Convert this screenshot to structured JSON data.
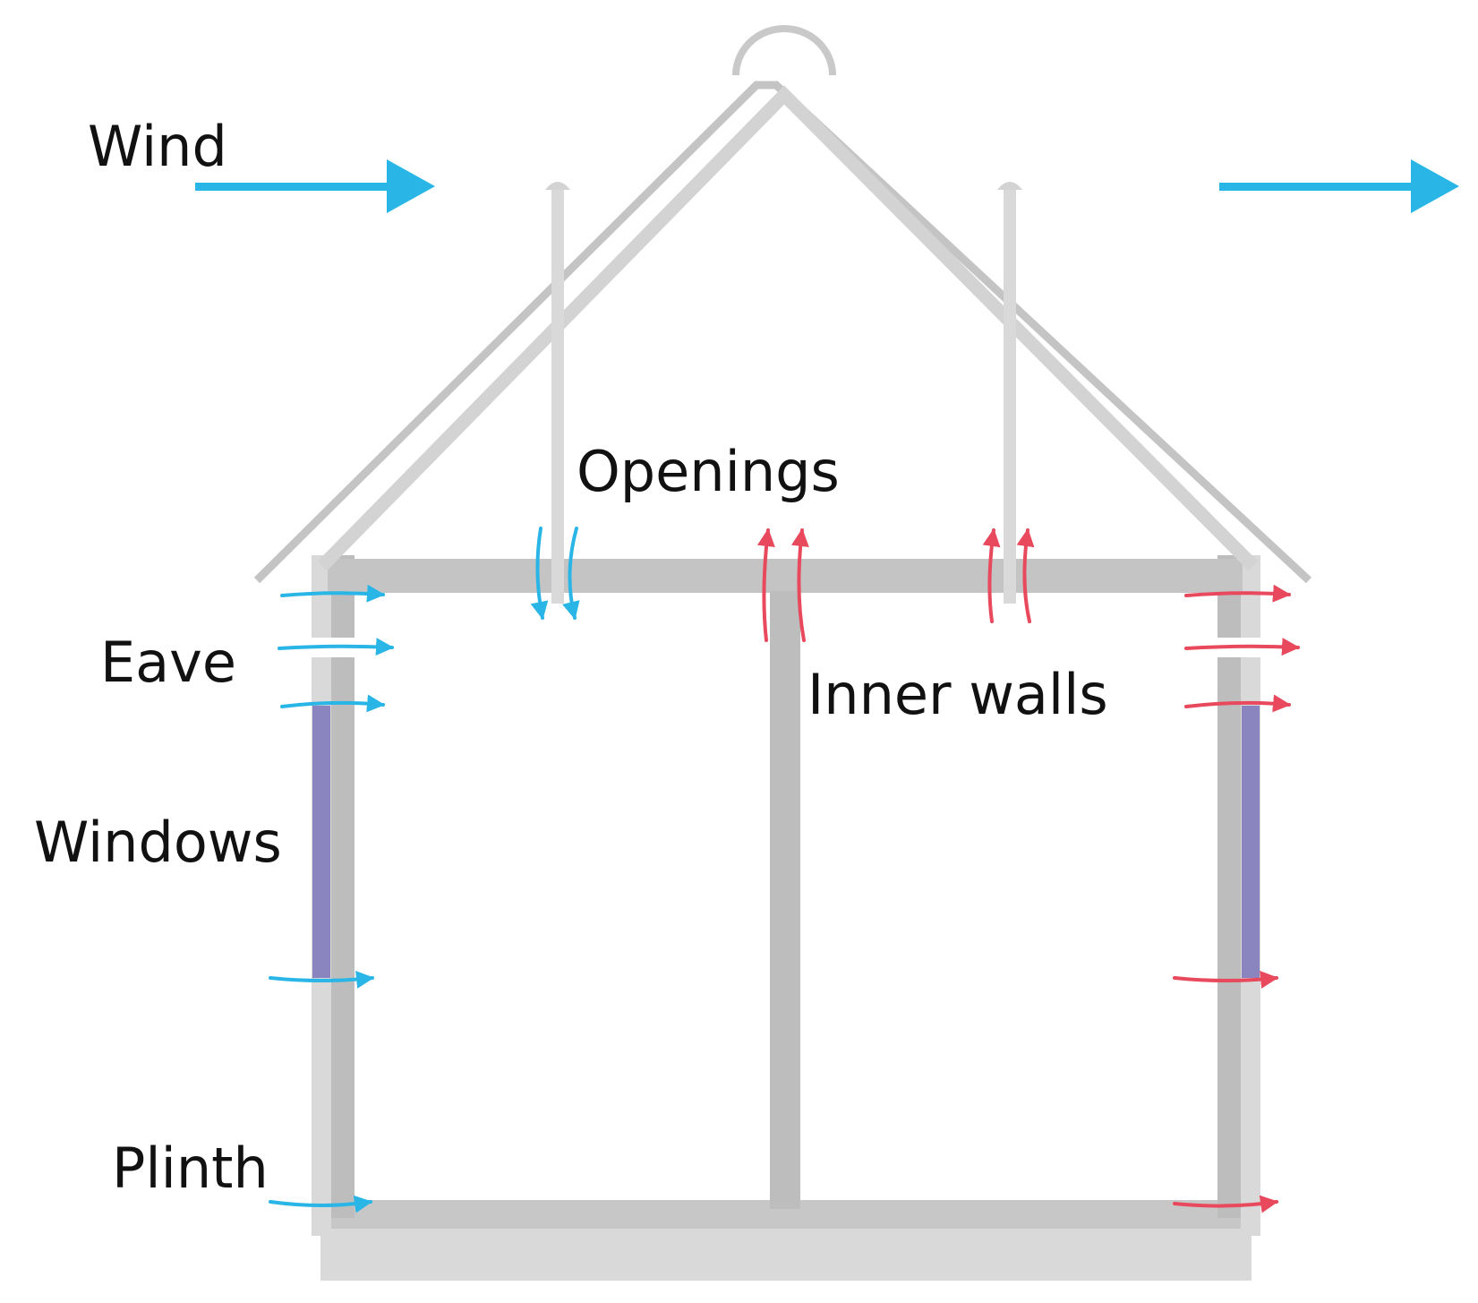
{
  "labels": {
    "wind": "Wind",
    "openings": "Openings",
    "eave": "Eave",
    "inner_walls": "Inner walls",
    "windows": "Windows",
    "plinth": "Plinth"
  },
  "colors": {
    "inflow": "#29b6e6",
    "outflow": "#e8495c",
    "window": "#8a85bf",
    "wall_dark": "#bdbdbd",
    "wall_light": "#d9d9d9"
  }
}
